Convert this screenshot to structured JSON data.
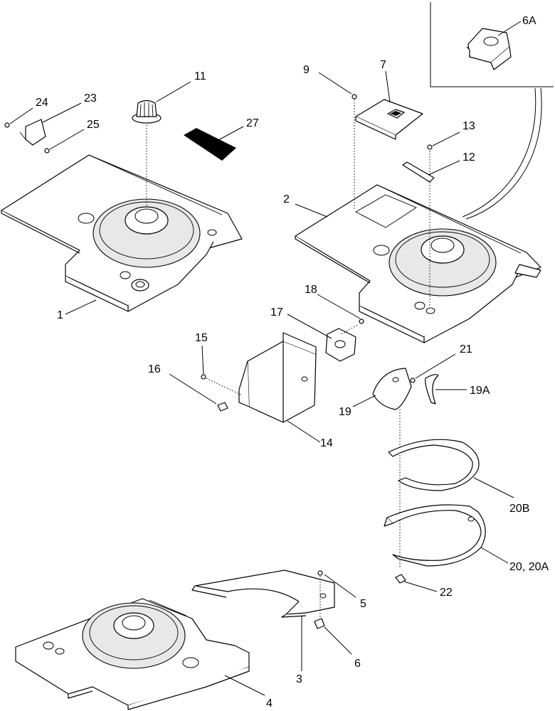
{
  "callouts": {
    "c1": "1",
    "c2": "2",
    "c3": "3",
    "c4": "4",
    "c5": "5",
    "c6": "6",
    "c6a": "6A",
    "c7": "7",
    "c9": "9",
    "c11": "11",
    "c12": "12",
    "c13": "13",
    "c14": "14",
    "c15": "15",
    "c16": "16",
    "c17": "17",
    "c18": "18",
    "c19": "19",
    "c19a": "19A",
    "c20": "20, 20A",
    "c20b": "20B",
    "c21": "21",
    "c22": "22",
    "c23": "23",
    "c24": "24",
    "c25": "25",
    "c27": "27"
  }
}
